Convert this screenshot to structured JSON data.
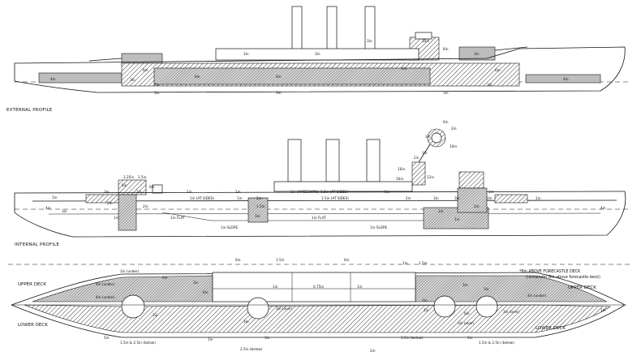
{
  "captions": {
    "external_profile": "EXTERNAL PROFILE",
    "internal_profile": "INTERNAL PROFILE"
  },
  "external_labels": [
    "4in",
    "3in",
    "6in",
    "10in",
    "3in",
    "8in",
    "3in",
    "3in",
    "6in",
    "3in",
    "3in",
    "6in",
    "3in",
    "6in",
    "2in",
    "4in",
    "6in",
    "3in",
    "3in"
  ],
  "internal_labels": [
    "6in",
    "2in",
    "3in",
    "10in",
    "2in",
    "3in",
    "10in",
    "12in",
    "10in",
    "2.25in",
    "2.5in",
    "6in",
    "8in",
    "1in",
    "3in",
    "2in",
    "1in",
    "1in (AT SIDES)",
    "1in",
    "1in (AMIDSHIPS), 1.5in (AT SIDES)",
    "1in",
    "2in",
    "4in",
    "3in",
    "1.5in (AT SIDES)",
    "1in",
    "2in",
    "3in",
    "3in",
    "3in",
    "4in",
    "1in",
    "1in",
    "2in",
    "1.5in",
    "2in",
    "2in",
    "2in",
    "1in FLAT",
    "1in FLAT",
    "1in SLOPE",
    "1in SLOPE",
    "1in",
    "3in",
    "1in"
  ],
  "plan": {
    "upper_deck_left": "UPPER DECK",
    "lower_deck_left": "LOWER DECK",
    "upper_deck_right": "UPPER DECK",
    "lower_deck_right": "LOWER DECK",
    "note_line1": "*8in ABOVE FORECASTLE DECK",
    "note_line2": "(remainder 8in above forecastle deck)",
    "labels": [
      "3in (under)",
      "6in",
      "1.5in",
      "6in",
      "1in",
      "1.5in",
      "6in",
      "4in (under)",
      "3in",
      "8in (under)",
      "6in",
      "1in",
      "0.75in",
      "1in",
      "3in",
      "3in",
      "4in (under)",
      "3in (over)",
      "3in (over)",
      "3in",
      "3in",
      "3in",
      "6in",
      "5in",
      "1.5in & 2.5in (below)",
      "1in",
      "1.5in & 2.5in (below)",
      "1.5in (below)",
      "3in",
      "2.5in (below)",
      "5in",
      "2in",
      "3in (over)",
      "1in",
      "1in"
    ]
  }
}
